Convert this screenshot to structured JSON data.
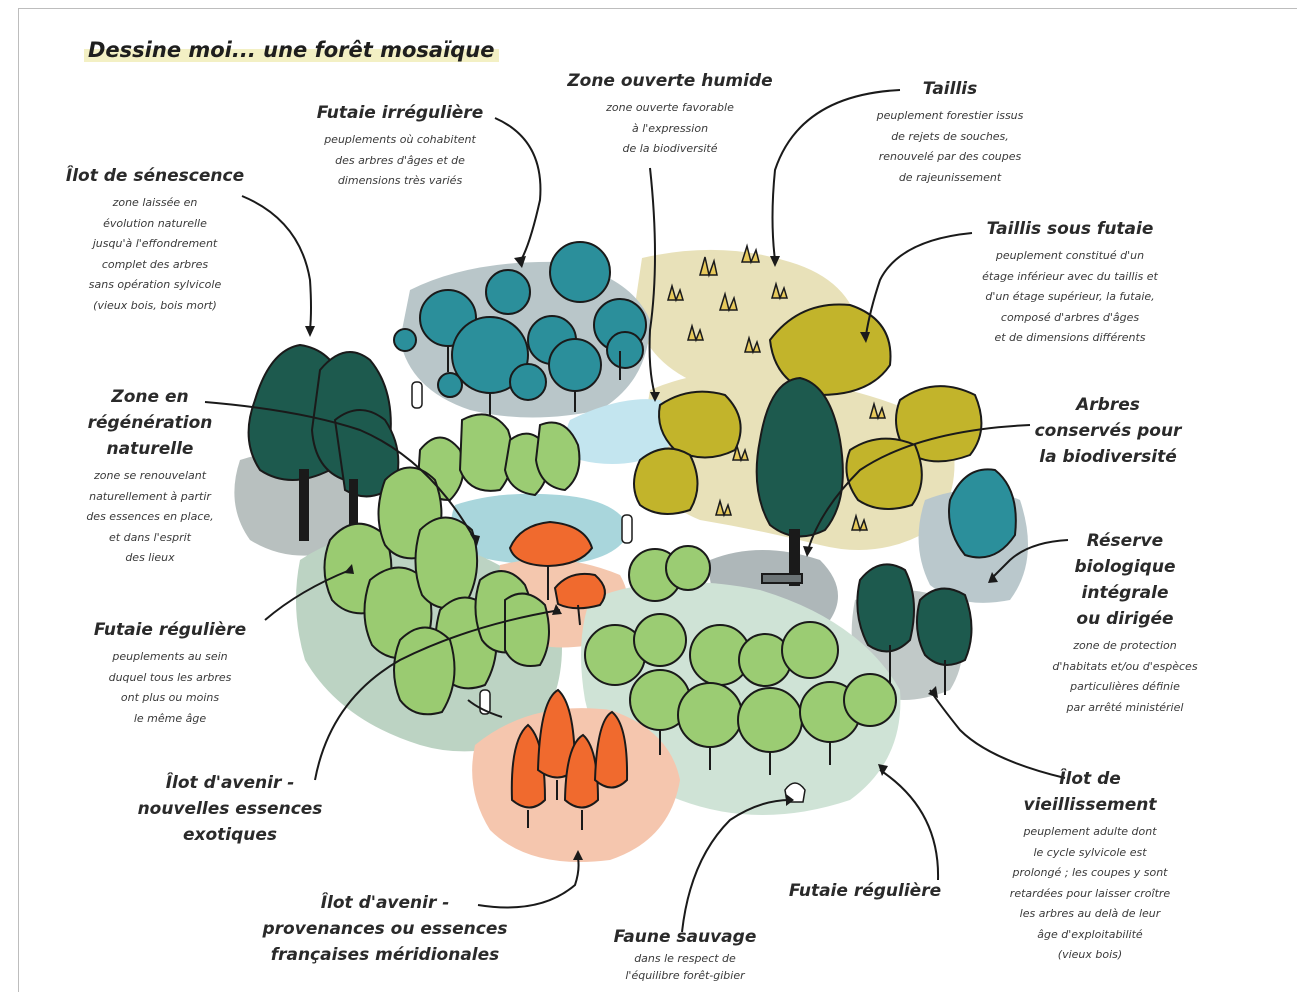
{
  "title": "Dessine moi... une forêt mosaïque",
  "labels": {
    "zone_ouverte": {
      "title": "Zone ouverte humide",
      "desc": [
        "zone ouverte favorable",
        "à l'expression",
        "de la biodiversité"
      ]
    },
    "futaie_irreguliere": {
      "title": "Futaie irrégulière",
      "desc": [
        "peuplements où cohabitent",
        "des arbres d'âges et de",
        "dimensions très variés"
      ]
    },
    "taillis": {
      "title": "Taillis",
      "desc": [
        "peuplement forestier issus",
        "de rejets de souches,",
        "renouvelé par des coupes",
        "de rajeunissement"
      ]
    },
    "ilot_senescence": {
      "title": "Îlot de sénescence",
      "desc": [
        "zone laissée en",
        "évolution naturelle",
        "jusqu'à l'effondrement",
        "complet des arbres",
        "sans opération sylvicole",
        "(vieux bois, bois mort)"
      ]
    },
    "taillis_sous_futaie": {
      "title": "Taillis sous futaie",
      "desc": [
        "peuplement constitué d'un",
        "étage inférieur avec du taillis et",
        "d'un étage supérieur, la futaie,",
        "composé d'arbres d'âges",
        "et de dimensions différents"
      ]
    },
    "zone_regeneration": {
      "title": [
        "Zone en",
        "régénération",
        "naturelle"
      ],
      "desc": [
        "zone se renouvelant",
        "naturellement à partir",
        "des essences en place,",
        "et dans l'esprit",
        "des lieux"
      ]
    },
    "arbres_conserves": {
      "title": [
        "Arbres",
        "conservés pour",
        "la biodiversité"
      ]
    },
    "reserve_biologique": {
      "title": [
        "Réserve",
        "biologique",
        "intégrale",
        "ou dirigée"
      ],
      "desc": [
        "zone de protection",
        "d'habitats et/ou d'espèces",
        "particulières définie",
        "par arrêté ministériel"
      ]
    },
    "futaie_reguliere_left": {
      "title": "Futaie régulière",
      "desc": [
        "peuplements au sein",
        "duquel tous les arbres",
        "ont plus ou moins",
        "le même âge"
      ]
    },
    "ilot_avenir_exotiques": {
      "title": [
        "Îlot d'avenir -",
        "nouvelles essences",
        "exotiques"
      ]
    },
    "ilot_vieillissement": {
      "title": [
        "Îlot de",
        "vieillissement"
      ],
      "desc": [
        "peuplement adulte dont",
        "le cycle sylvicole est",
        "prolongé ; les coupes y sont",
        "retardées pour laisser croître",
        "les arbres au delà de leur",
        "âge d'exploitabilité",
        "(vieux bois)"
      ]
    },
    "futaie_reguliere_bottom": {
      "title": "Futaie régulière"
    },
    "ilot_avenir_meridionales": {
      "title": [
        "Îlot d'avenir -",
        "provenances ou essences",
        "françaises méridionales"
      ]
    },
    "faune_sauvage": {
      "title": "Faune sauvage",
      "desc": [
        "dans le respect de",
        "l'équilibre forêt-gibier"
      ]
    }
  },
  "colors": {
    "dark_green": "#1e5a4f",
    "teal": "#2a8e9a",
    "light_green": "#9ccb72",
    "yellow_olive": "#c3b52c",
    "orange": "#f06a2e",
    "blob_sand": "#e7e0b8",
    "blob_gray": "#b9c3c4",
    "blob_peach": "#f3c3a8",
    "blob_sage": "#cfe1d3",
    "water": "#bfe4ef"
  }
}
